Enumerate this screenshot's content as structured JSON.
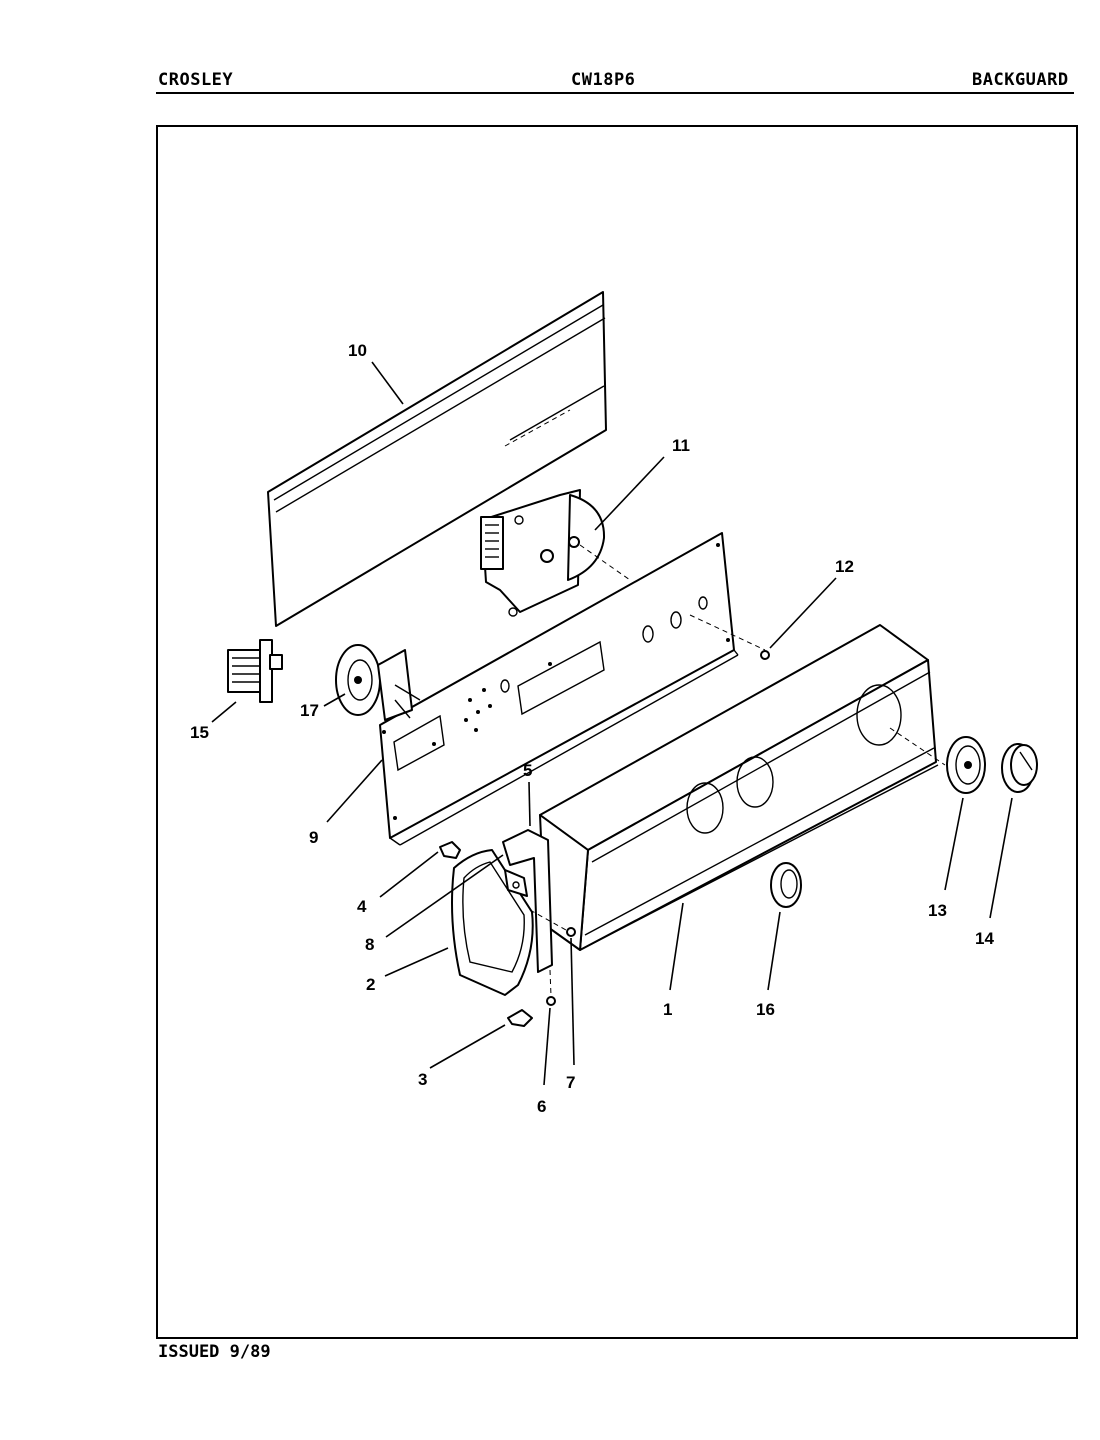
{
  "header": {
    "brand": "CROSLEY",
    "model": "CW18P6",
    "section": "BACKGUARD"
  },
  "footer": {
    "issued": "ISSUED 9/89"
  },
  "callouts": {
    "c1": "1",
    "c2": "2",
    "c3": "3",
    "c4": "4",
    "c5": "5",
    "c6": "6",
    "c7": "7",
    "c8": "8",
    "c9": "9",
    "c10": "10",
    "c11": "11",
    "c12": "12",
    "c13": "13",
    "c14": "14",
    "c15": "15",
    "c16": "16",
    "c17": "17"
  }
}
